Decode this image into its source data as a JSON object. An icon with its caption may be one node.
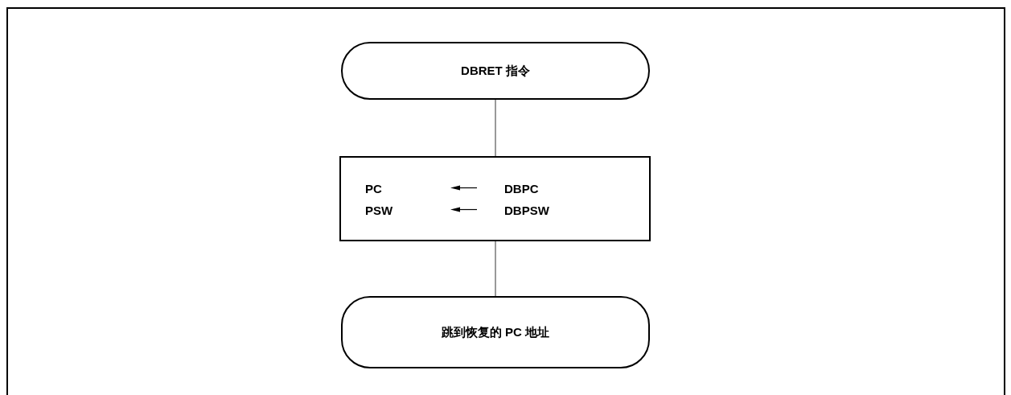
{
  "diagram": {
    "nodes": [
      {
        "text": [
          "DBRET 指令"
        ]
      },
      {
        "text": [
          "PC",
          "DBPC",
          "PSW",
          "DBPSW"
        ]
      },
      {
        "text": [
          "跳到恢复的 PC 地址"
        ]
      }
    ],
    "edges": [
      {
        "from": 0,
        "to": 1,
        "arrow": "none"
      },
      {
        "from": 1,
        "to": 2,
        "arrow": "none"
      }
    ]
  }
}
